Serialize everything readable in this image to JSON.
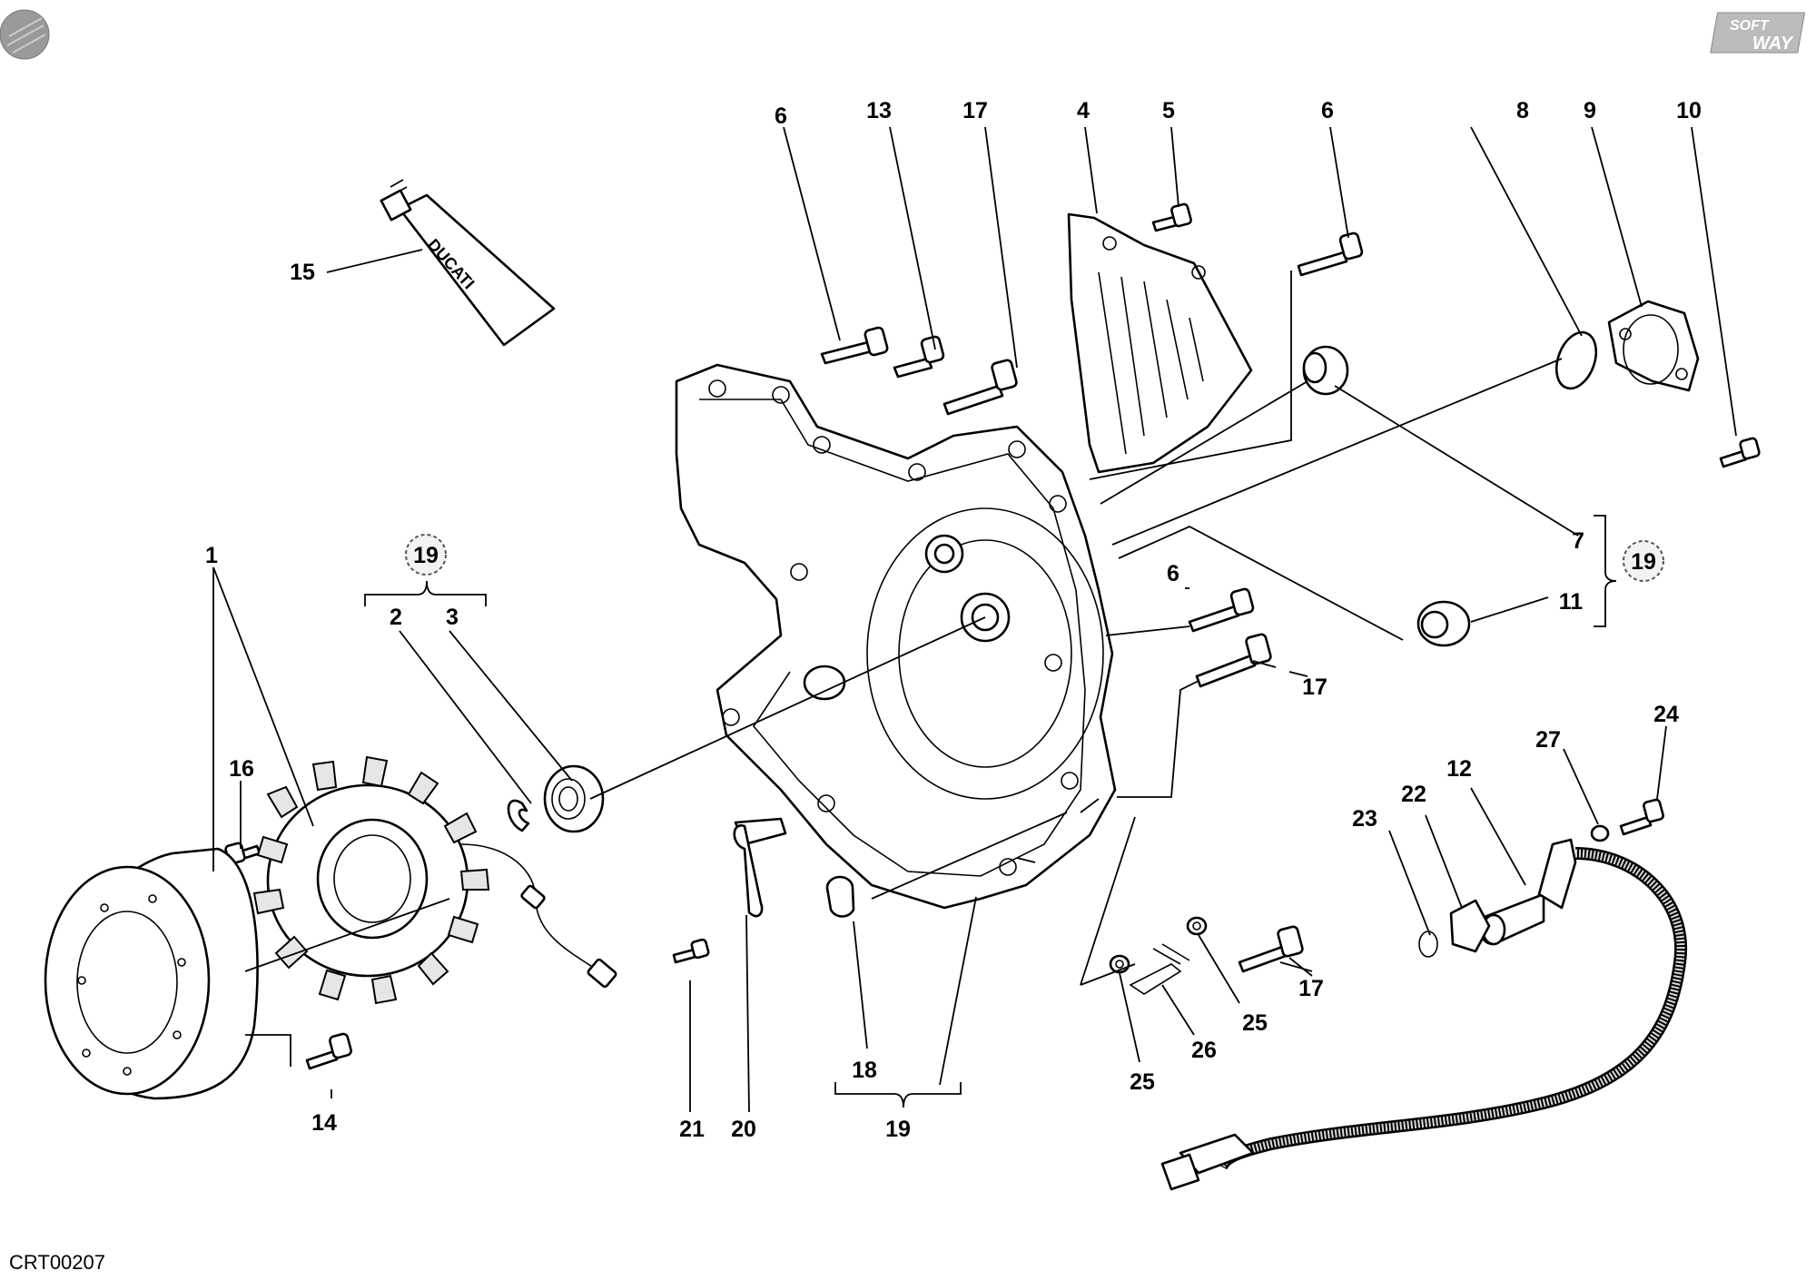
{
  "brand": {
    "logo_top": "SOFT",
    "logo_bottom": "WAY"
  },
  "drawing_code": "CRT00207",
  "callouts": {
    "c1": "1",
    "c2": "2",
    "c3": "3",
    "c4": "4",
    "c5": "5",
    "c6a": "6",
    "c6b": "6",
    "c6c": "6",
    "c7": "7",
    "c8": "8",
    "c9": "9",
    "c10": "10",
    "c11": "11",
    "c12": "12",
    "c13": "13",
    "c14": "14",
    "c15": "15",
    "c16": "16",
    "c17a": "17",
    "c17b": "17",
    "c17c": "17",
    "c18": "18",
    "c19a": "19",
    "c19b": "19",
    "c19c": "19",
    "c20": "20",
    "c21": "21",
    "c22": "22",
    "c23": "23",
    "c24": "24",
    "c25a": "25",
    "c25b": "25",
    "c26": "26",
    "c27": "27"
  },
  "tube_label": "DUCATI",
  "colors": {
    "ink": "#000000",
    "paper": "#ffffff",
    "shade": "#e6e6e6"
  }
}
